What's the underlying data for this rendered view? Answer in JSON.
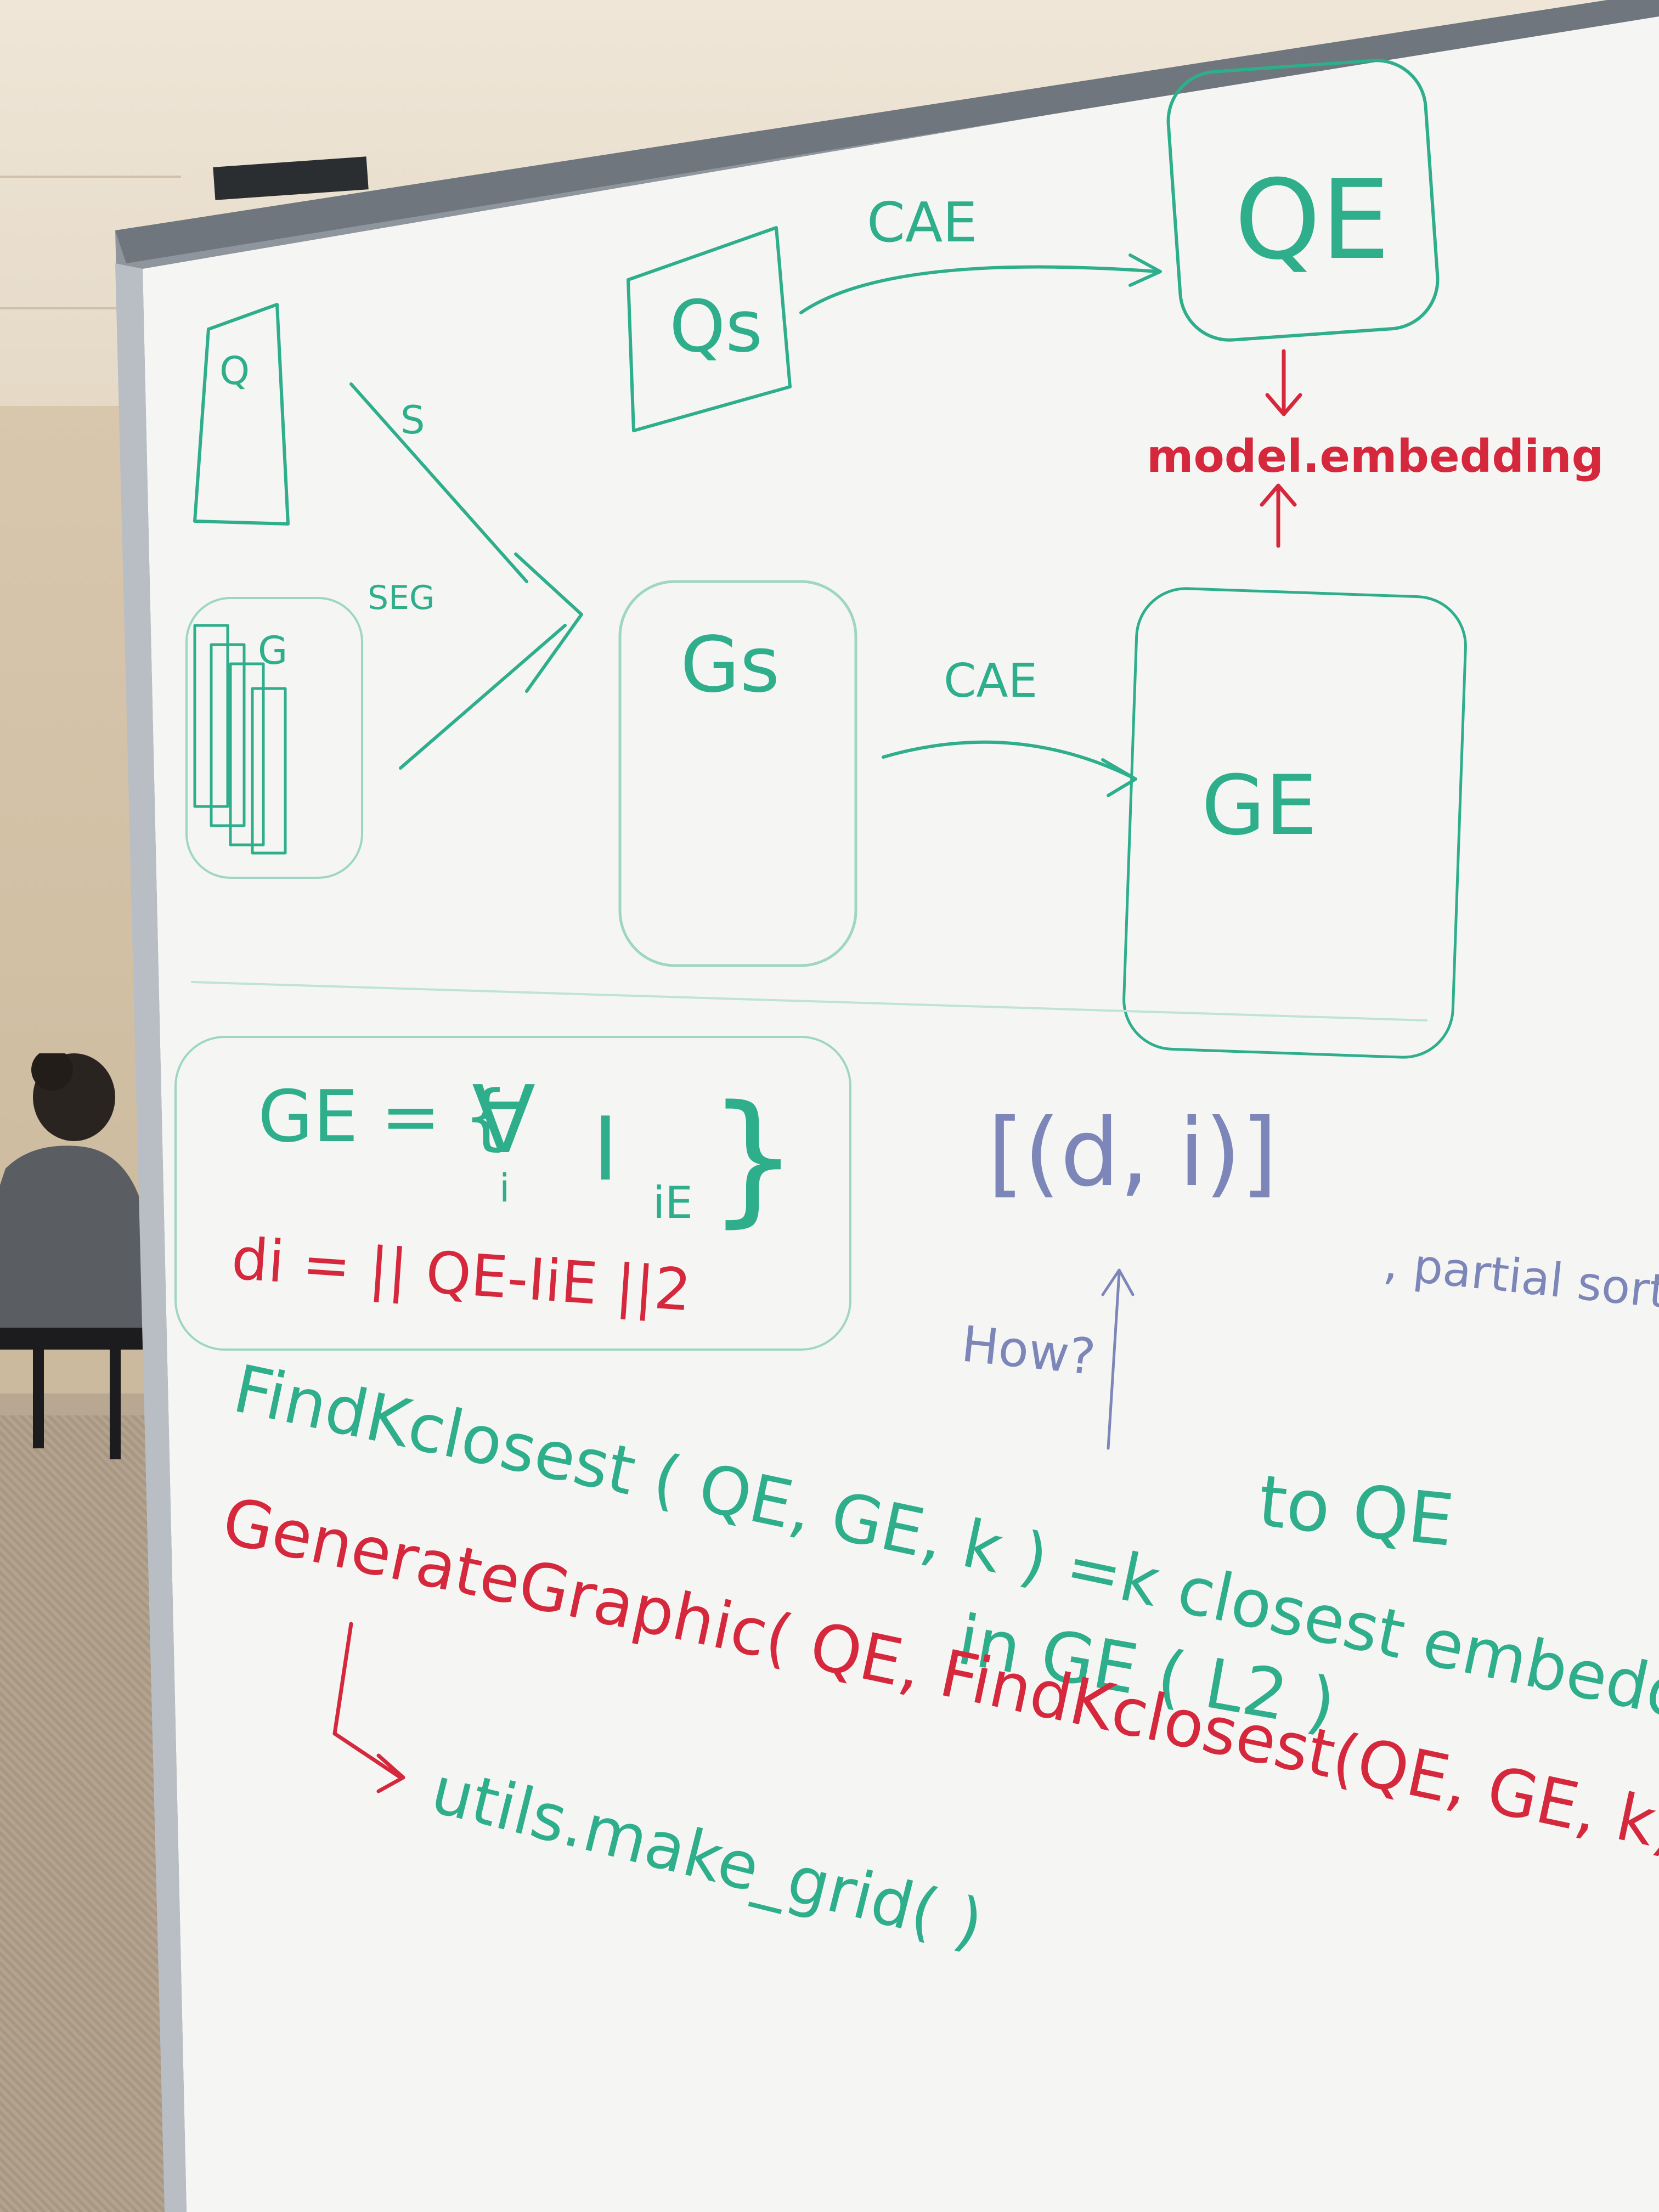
{
  "whiteboard": {
    "query_label": "Q",
    "gallery_label": "G",
    "arrow_s_label": "S",
    "arrow_seg_label": "SEG",
    "qs_label": "Qs",
    "cae_top_label": "CAE",
    "qe_label": "QE",
    "model_embedding_label": "model.embedding",
    "gs_label": "Gs",
    "cae_mid_label": "CAE",
    "ge_label": "GE",
    "ge_set_eq_label": "GE = {",
    "forall_label": "∀",
    "forall_sub": "i",
    "ie_label": "I",
    "ie_sub": "iE",
    "set_close": "}",
    "di_eq": "di = || QE-IiE ||2",
    "pair_label": "[(d, i)]",
    "partial_sort_label": ", partial sort!",
    "how_label": "How?",
    "find_line": "FindKclosest ( QE, GE, k ) =k closest embedding",
    "to_qe_label": "to QE",
    "in_ge_label": "in GE ( L2 )",
    "generate_line": "GenerateGraphic( QE, FindKclosest(QE, GE, k))",
    "make_grid_line": "utils.make_grid( )"
  },
  "colors": {
    "green_marker": "#2fae8c",
    "red_marker": "#d6283c",
    "blue_marker": "#7d86b8",
    "board": "#f5f6f4",
    "frame": "#8e959c"
  }
}
